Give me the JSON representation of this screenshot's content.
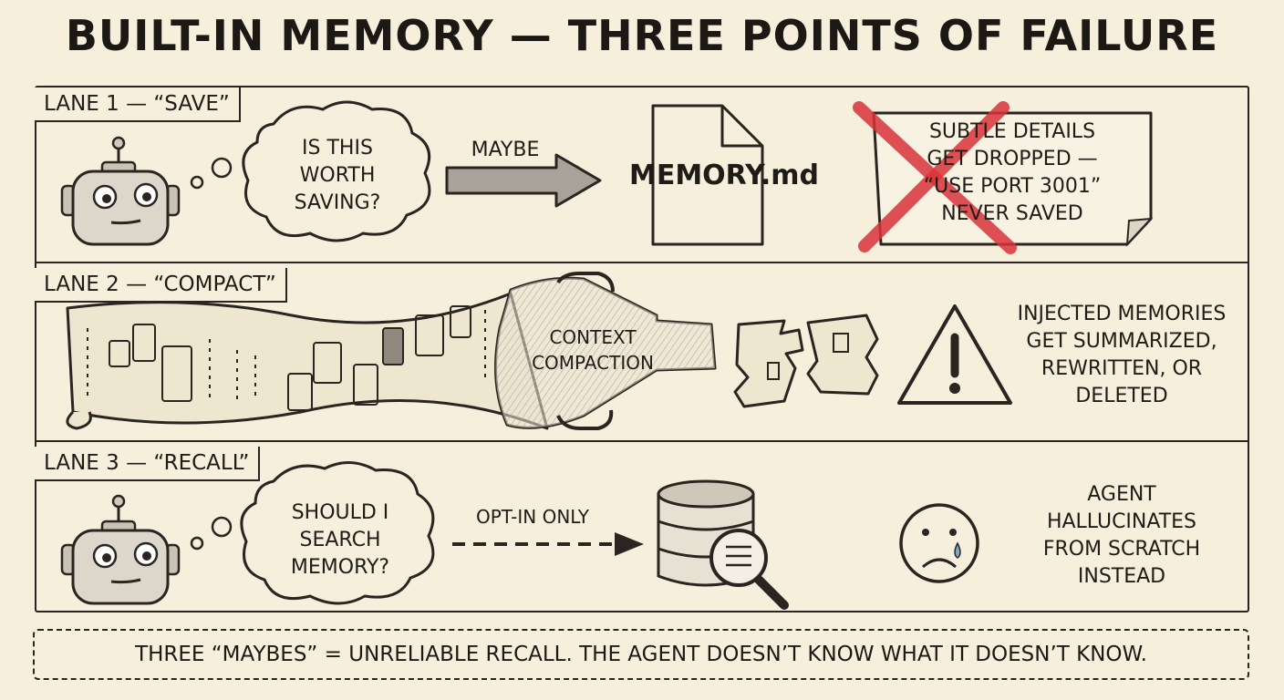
{
  "title": "BUILT-IN MEMORY — THREE POINTS OF FAILURE",
  "lanes": [
    {
      "label": "LANE 1 — “SAVE”",
      "thought": [
        "IS THIS",
        "WORTH",
        "SAVING?"
      ],
      "arrow_label": "MAYBE",
      "file_label": "MEMORY.md",
      "note": [
        "SUBTLE DETAILS",
        "GET DROPPED —",
        "“USE PORT 3001”",
        "NEVER SAVED"
      ]
    },
    {
      "label": "LANE 2 — “COMPACT”",
      "funnel_label": [
        "CONTEXT",
        "COMPACTION"
      ],
      "warning": [
        "INJECTED MEMORIES",
        "GET SUMMARIZED,",
        "REWRITTEN, OR",
        "DELETED"
      ]
    },
    {
      "label": "LANE 3 — “RECALL”",
      "thought": [
        "SHOULD I",
        "SEARCH",
        "MEMORY?"
      ],
      "arrow_label": "OPT-IN ONLY",
      "result": [
        "AGENT",
        "HALLUCINATES",
        "FROM SCRATCH",
        "INSTEAD"
      ]
    }
  ],
  "footer": "THREE “MAYBES” = UNRELIABLE RECALL. THE AGENT DOESN’T KNOW WHAT IT DOESN’T KNOW.",
  "icons": {
    "robot": "robot-icon",
    "thought": "thought-bubble-icon",
    "arrow": "arrow-icon",
    "file": "document-icon",
    "cross": "red-x-icon",
    "scroll": "scroll-icon",
    "funnel": "funnel-icon",
    "warning": "warning-triangle-icon",
    "database": "database-icon",
    "magnifier": "magnifier-icon",
    "sad": "sad-face-icon"
  },
  "colors": {
    "background": "#f6efdc",
    "ink": "#1f1c18",
    "cross": "#d9333a",
    "arrow_fill": "#a7a29a"
  }
}
